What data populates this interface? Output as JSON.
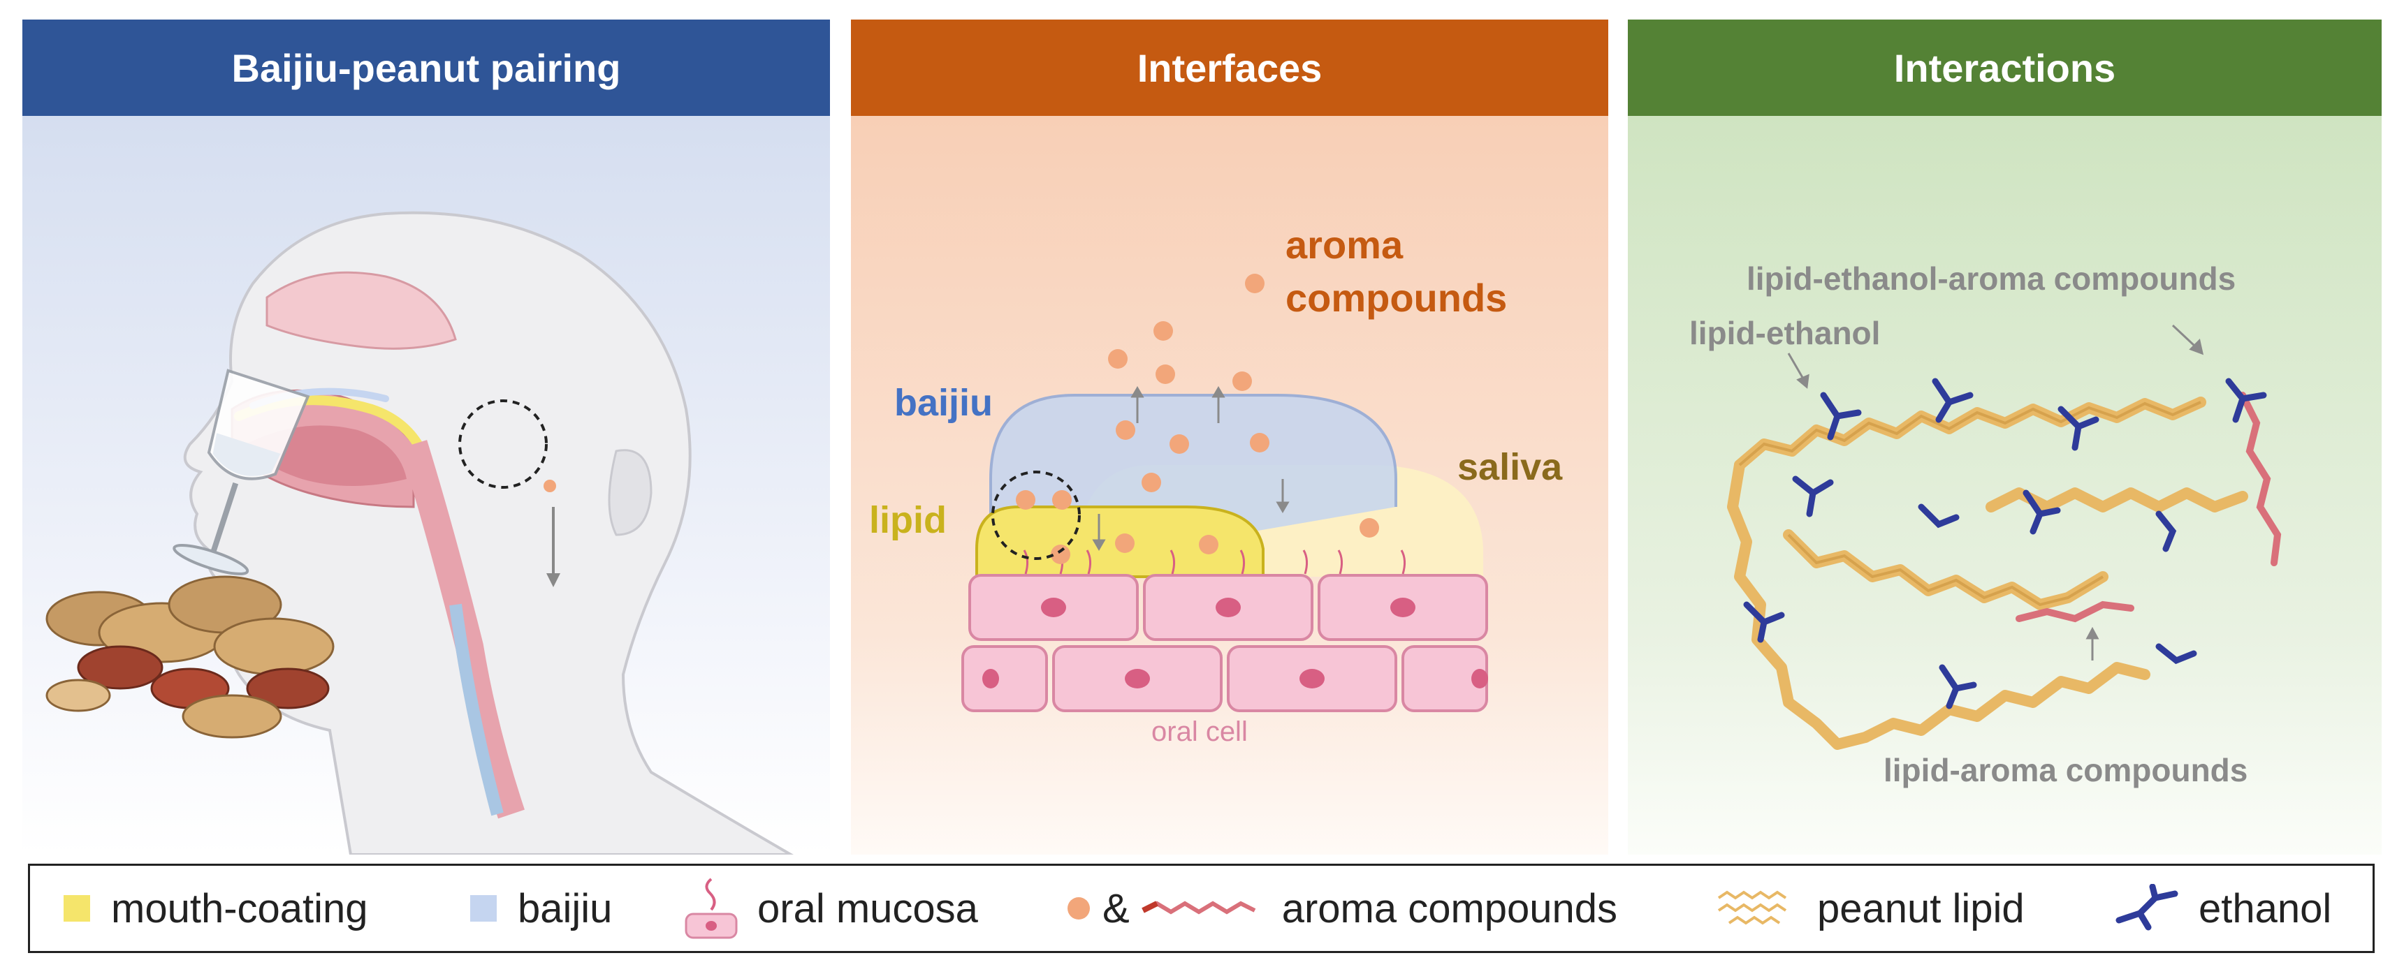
{
  "panels": {
    "pairing": {
      "title": "Baijiu-peanut pairing"
    },
    "interfaces": {
      "title": "Interfaces",
      "aroma_line1": "aroma",
      "aroma_line2": "compounds",
      "baijiu": "baijiu",
      "lipid": "lipid",
      "saliva": "saliva",
      "oral_cell": "oral cell"
    },
    "interactions": {
      "title": "Interactions",
      "label_lipid_ethanol_aroma": "lipid-ethanol-aroma compounds",
      "label_lipid_ethanol": "lipid-ethanol",
      "label_lipid_aroma": "lipid-aroma compounds"
    }
  },
  "legend": {
    "mouth_coating": "mouth-coating",
    "baijiu": "baijiu",
    "oral_mucosa": "oral mucosa",
    "ampersand": "&",
    "aroma_compounds": "aroma compounds",
    "peanut_lipid": "peanut lipid",
    "ethanol": "ethanol"
  },
  "colors": {
    "pairing_header": "#2f5597",
    "interfaces_header": "#c55a11",
    "interactions_header": "#548235",
    "mouth_coating": "#f5e56b",
    "baijiu": "#c5d5f0",
    "aroma_dot": "#f2a67a",
    "oral_cell": "#f7c5d6",
    "peanut_lipid": "#e8b865",
    "ethanol": "#2e3b9a",
    "aroma_chain": "#d9707a"
  }
}
